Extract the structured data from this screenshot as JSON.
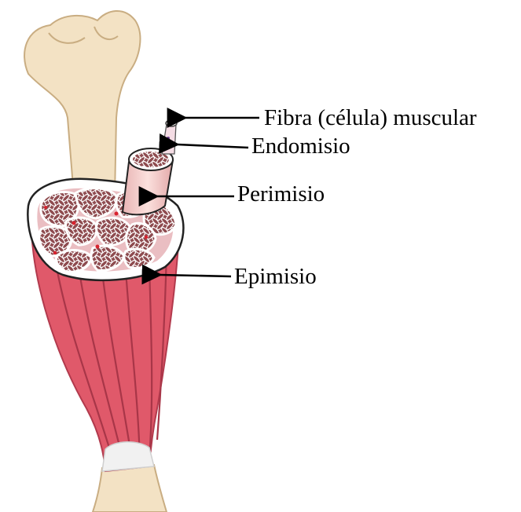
{
  "labels": {
    "fibra": "Fibra (célula) muscular",
    "endomisio": "Endomisio",
    "perimisio": "Perimisio",
    "epimisio": "Epimisio"
  },
  "colors": {
    "bone": "#f3e2c4",
    "muscle": "#e0596a",
    "muscle_dark": "#a83648",
    "fascicle_fill": "#8b4a4d",
    "connective": "#ffffff",
    "perimysium_tube": "#f7cfcf",
    "blood": "#d8232f"
  },
  "icons": [
    "arrow-icon"
  ]
}
